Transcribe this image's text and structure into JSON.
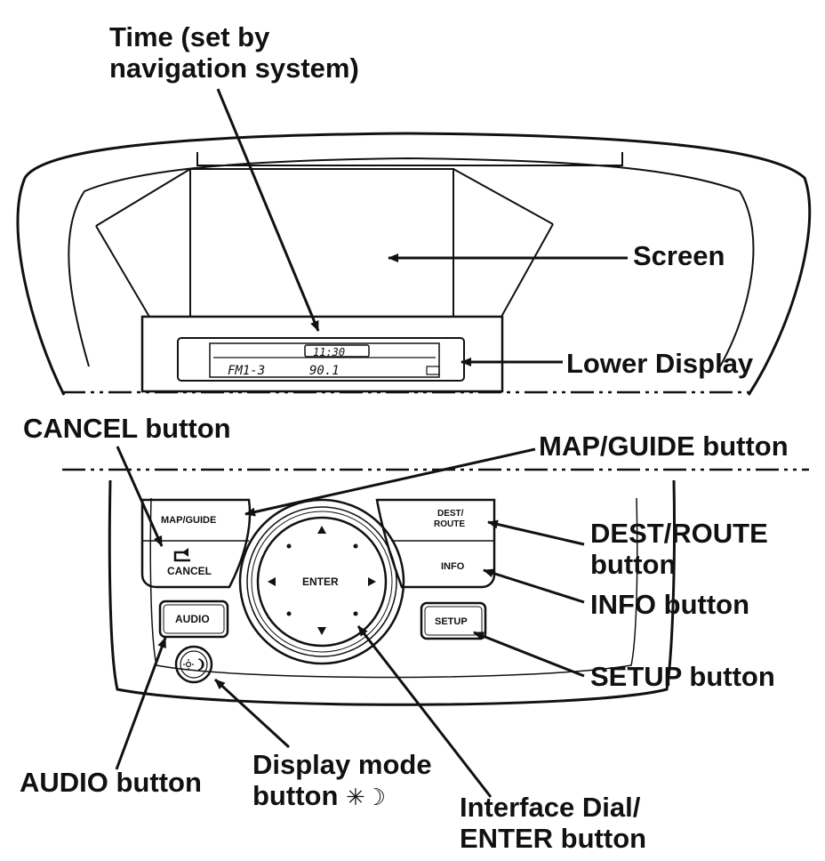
{
  "callouts": {
    "time_line1": "Time (set by",
    "time_line2": "navigation system)",
    "screen": "Screen",
    "lower_display": "Lower Display",
    "cancel": "CANCEL button",
    "map_guide": "MAP/GUIDE button",
    "dest_route_line1": "DEST/ROUTE",
    "dest_route_line2": "button",
    "info": "INFO button",
    "setup": "SETUP button",
    "audio": "AUDIO button",
    "display_mode_line1": "Display mode",
    "display_mode_line2": "button",
    "display_mode_symbol": "✳☽",
    "interface_line1": "Interface Dial/",
    "interface_line2": "ENTER button"
  },
  "panel": {
    "map_guide": "MAP/GUIDE",
    "cancel": "CANCEL",
    "audio": "AUDIO",
    "dest": "DEST/",
    "route": "ROUTE",
    "info": "INFO",
    "setup": "SETUP",
    "enter": "ENTER"
  },
  "lower_display": {
    "time": "11:30",
    "band": "FM1-3",
    "frequency": "90.1"
  },
  "icons": {
    "back_arrow": "return-arrow-icon",
    "sun_moon": "sun-moon-icon",
    "dial_arrows": "triangle-arrow-icon"
  },
  "colors": {
    "line": "#111111",
    "background": "#ffffff"
  }
}
